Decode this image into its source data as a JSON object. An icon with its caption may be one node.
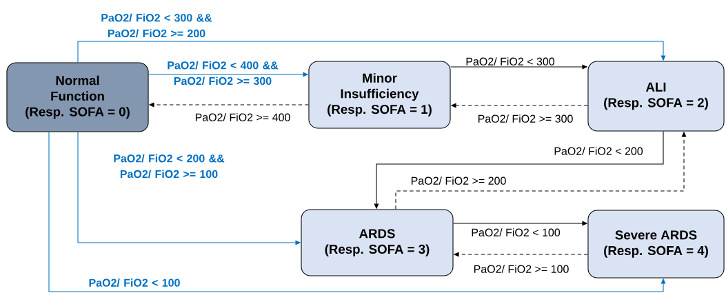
{
  "diagram": {
    "nodes": [
      {
        "text": [
          "Normal Function",
          "(Resp. SOFA = 0)"
        ]
      },
      {
        "text": [
          "Minor Insufficiency",
          "(Resp. SOFA = 1)"
        ]
      },
      {
        "text": [
          "ALI",
          "(Resp. SOFA = 2)"
        ]
      },
      {
        "text": [
          "ARDS",
          "(Resp. SOFA = 3)"
        ]
      },
      {
        "text": [
          "Severe ARDS",
          "(Resp. SOFA = 4)"
        ]
      }
    ],
    "edges": [
      {
        "from": 0,
        "to": 2,
        "arrow": "to",
        "label": "PaO2/ FiO2 < 300 && PaO2/ FiO2 >= 200",
        "color": "#0070c0"
      },
      {
        "from": 0,
        "to": 1,
        "arrow": "to",
        "label": "PaO2/ FiO2 < 400 && PaO2/ FiO2 >= 300",
        "color": "#0070c0"
      },
      {
        "from": 1,
        "to": 0,
        "arrow": "to",
        "label": "PaO2/ FiO2 >= 400",
        "style": "dashed"
      },
      {
        "from": 1,
        "to": 2,
        "arrow": "to",
        "label": "PaO2/ FiO2 < 300"
      },
      {
        "from": 2,
        "to": 1,
        "arrow": "to",
        "label": "PaO2/ FiO2 >= 300",
        "style": "dashed"
      },
      {
        "from": 2,
        "to": 3,
        "arrow": "to",
        "label": "PaO2/ FiO2 < 200"
      },
      {
        "from": 3,
        "to": 2,
        "arrow": "to",
        "label": "PaO2/ FiO2 >= 200",
        "style": "dashed"
      },
      {
        "from": 0,
        "to": 3,
        "arrow": "to",
        "label": "PaO2/ FiO2 < 200 && PaO2/ FiO2 >= 100",
        "color": "#0070c0"
      },
      {
        "from": 3,
        "to": 4,
        "arrow": "to",
        "label": "PaO2/ FiO2 < 100"
      },
      {
        "from": 4,
        "to": 3,
        "arrow": "to",
        "label": "PaO2/ FiO2 >= 100",
        "style": "dashed"
      },
      {
        "from": 0,
        "to": 4,
        "arrow": "to",
        "label": "PaO2/ FiO2 < 100",
        "color": "#0070c0"
      }
    ]
  }
}
